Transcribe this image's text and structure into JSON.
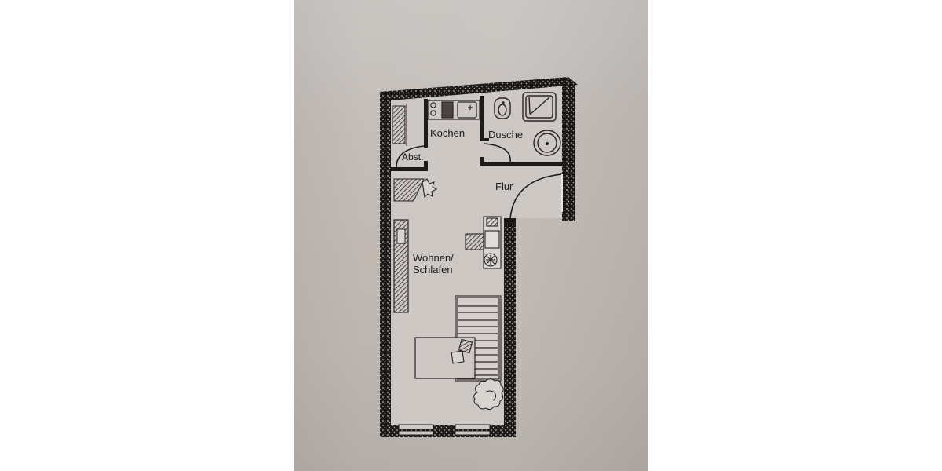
{
  "floor_plan": {
    "type": "apartment floor plan (photographed print)",
    "rooms": [
      {
        "id": "kochen",
        "label": "Kochen"
      },
      {
        "id": "dusche",
        "label": "Dusche"
      },
      {
        "id": "abst",
        "label": "Abst."
      },
      {
        "id": "flur",
        "label": "Flur"
      },
      {
        "id": "wohnen",
        "label_line1": "Wohnen/",
        "label_line2": "Schlafen"
      }
    ],
    "fixtures": [
      "wardrobe",
      "stove",
      "kitchen-sink",
      "toilet",
      "shower-tray",
      "washbasin",
      "plant",
      "sideboard",
      "desk",
      "chair",
      "stool",
      "bed",
      "rug",
      "pillows",
      "large-plant",
      "windows"
    ],
    "colors": {
      "paper": "#c4bdb8",
      "wall": "#1e1a1a",
      "line": "#2a2424",
      "floor": "#cfcac6"
    }
  }
}
